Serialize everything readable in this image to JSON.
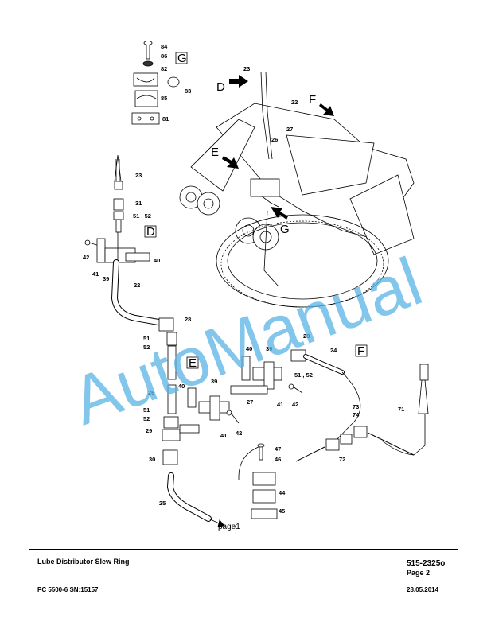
{
  "drawing": {
    "view_letters": [
      "G",
      "D",
      "E",
      "F"
    ],
    "callouts": {
      "d_arrow": "D",
      "e_arrow": "E",
      "f_arrow": "F",
      "g_arrow": "G"
    },
    "part_numbers": {
      "g84": "84",
      "g86": "86",
      "g82": "82",
      "g85": "85",
      "g83": "83",
      "g81": "81",
      "d23": "23",
      "d31": "31",
      "d5152": "51 , 52",
      "d42": "42",
      "d40": "40",
      "d41": "41",
      "d39": "39",
      "d22": "22",
      "e28": "28",
      "e51": "51",
      "e52": "52",
      "e40": "40",
      "e26": "26",
      "e51b": "51",
      "e52b": "52",
      "e29": "29",
      "e30": "30",
      "e25": "25",
      "e39": "39",
      "e27": "27",
      "e41": "41",
      "e42": "42",
      "f40": "40",
      "f39": "39",
      "f28": "28",
      "f24": "24",
      "f5152": "51 , 52",
      "f41": "41",
      "f42": "42",
      "f73": "73",
      "f74": "74",
      "f71": "71",
      "f72": "72",
      "f47": "47",
      "f46": "46",
      "f44": "44",
      "f45": "45",
      "m23": "23",
      "m22": "22",
      "m27": "27",
      "m26": "26"
    },
    "page_ref": "page1",
    "watermark": "AutoManual"
  },
  "title_block": {
    "title": "Lube Distributor Slew Ring",
    "doc_number": "515-2325o",
    "page": "Page 2",
    "model": "PC 5500-6 SN:15157",
    "date": "28.05.2014"
  }
}
